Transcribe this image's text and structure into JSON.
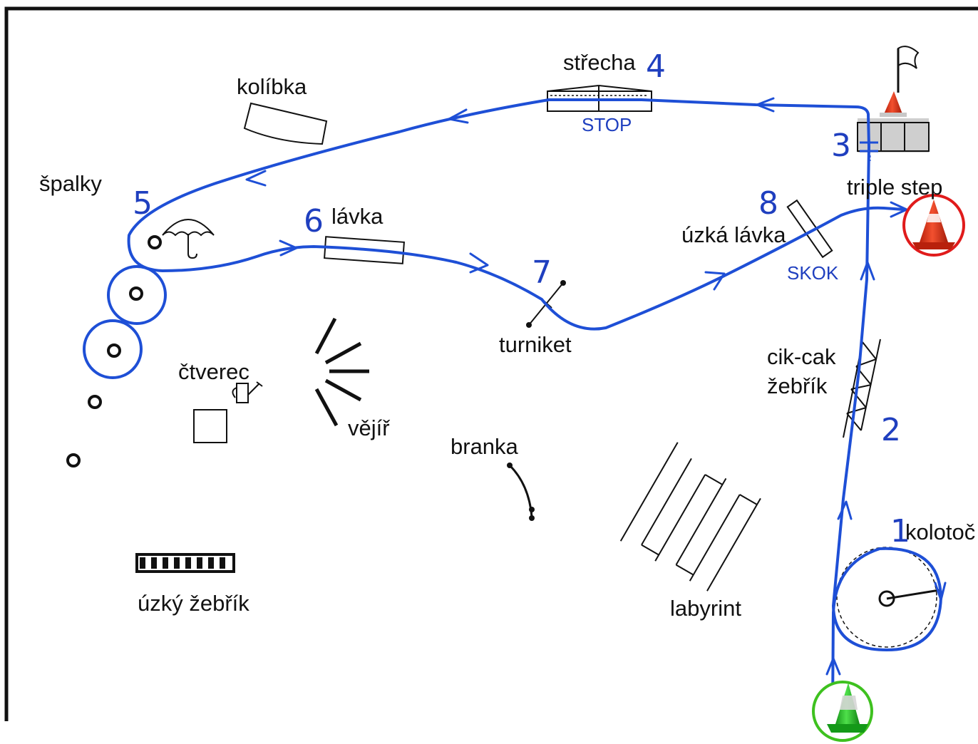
{
  "colors": {
    "path": "#1e4fd6",
    "numbers": "#1f3fbf",
    "finish_ring": "#e01b1b",
    "start_ring": "#3ec11f",
    "cone_red": "#e8371c",
    "cone_green": "#27c42b",
    "frame": "#111111"
  },
  "labels": {
    "strecha": "střecha",
    "kolibka": "kolíbka",
    "spalky": "špalky",
    "lavka": "lávka",
    "uzka_lavka": "úzká lávka",
    "triple_step": "triple step",
    "turniket": "turniket",
    "ctverec": "čtverec",
    "vejir": "vějíř",
    "branka": "branka",
    "cik_cak_1": "cik-cak",
    "cik_cak_2": "žebřík",
    "uzky_zebrik": "úzký žebřík",
    "labyrint": "labyrint",
    "kolotoc": "kolotoč"
  },
  "sublabels": {
    "stop": "STOP",
    "skok": "SKOK"
  },
  "numbers": {
    "n1": "1",
    "n2": "2",
    "n3": "3",
    "n4": "4",
    "n5": "5",
    "n6": "6",
    "n7": "7",
    "n8": "8"
  },
  "icons": {
    "start": "green-traffic-cone-icon",
    "finish": "red-traffic-cone-icon",
    "flag": "flag-icon",
    "umbrella": "umbrella-icon",
    "watering_can": "watering-can-icon"
  }
}
